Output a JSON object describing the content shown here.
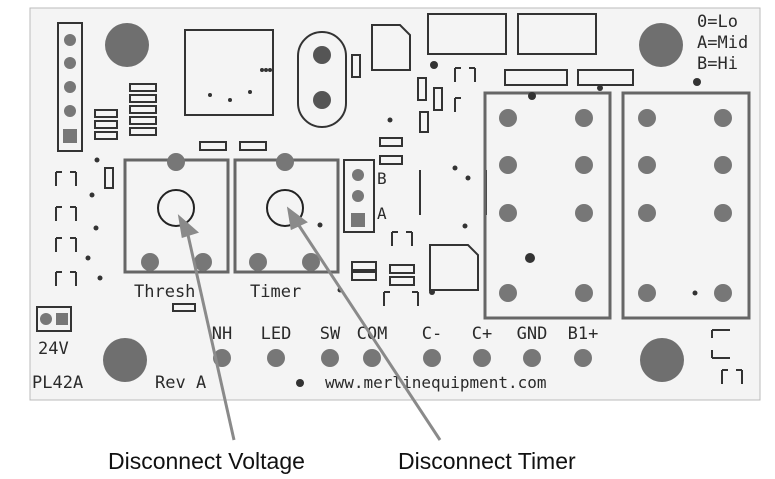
{
  "board": {
    "model": "PL42A",
    "revision": "Rev A",
    "website": "www.merlinequipment.com",
    "voltage": "24V",
    "setting_legend": [
      "0=Lo",
      "A=Mid",
      "B=Hi"
    ],
    "jumper_labels": {
      "b": "B",
      "a": "A"
    },
    "pot_labels": {
      "thresh": "Thresh",
      "timer": "Timer"
    },
    "terminals": [
      "NH",
      "LED",
      "SW",
      "COM",
      "C-",
      "C+",
      "GND",
      "B1+"
    ]
  },
  "callouts": {
    "disconnect_voltage": "Disconnect Voltage",
    "disconnect_timer": "Disconnect Timer"
  }
}
